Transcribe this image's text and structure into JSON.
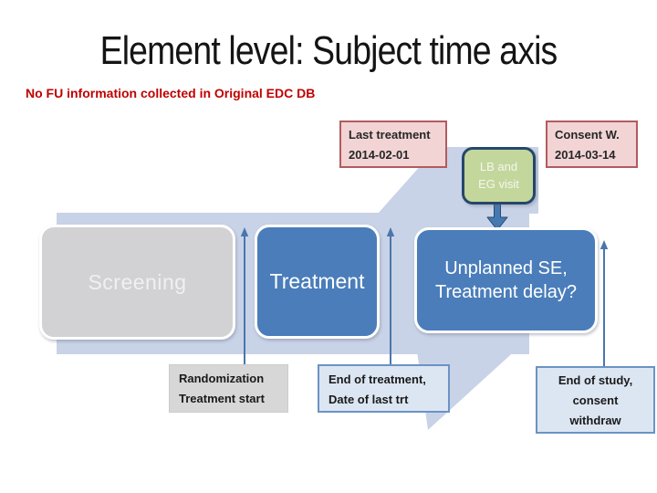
{
  "slide": {
    "title": "Element level: Subject time axis",
    "warning": "No FU information collected in Original EDC DB"
  },
  "callouts": {
    "last_treatment": {
      "label": "Last treatment",
      "date": "2014-02-01"
    },
    "consent_withdrawal": {
      "label": "Consent W.",
      "date": "2014-03-14"
    },
    "lb_eg_visit": {
      "line1": "LB and",
      "line2": "EG visit"
    }
  },
  "phases": {
    "screening": {
      "label": "Screening"
    },
    "treatment": {
      "label": "Treatment"
    },
    "unplanned": {
      "line1": "Unplanned SE,",
      "line2": "Treatment delay?"
    }
  },
  "milestones": {
    "randomization": {
      "line1": "Randomization",
      "line2": "Treatment start"
    },
    "end_of_treatment": {
      "line1": "End of treatment,",
      "line2": "Date of last trt"
    },
    "end_of_study": {
      "line1": "End of study,",
      "line2": "consent",
      "line3": "withdraw"
    }
  },
  "colors": {
    "accent_blue": "#4a7dba",
    "band_lavender": "#c9d3e7",
    "phase_gray": "#d2d2d4",
    "callout_pink_fill": "#f2d4d5",
    "callout_pink_border": "#b25b5e",
    "visit_green_fill": "#c3d79c",
    "visit_green_border": "#26476b",
    "label_blue_fill": "#dce6f2",
    "label_blue_border": "#6b93c4",
    "label_gray_fill": "#d7d7d7",
    "connector_line_blue": "#4a76ad",
    "warning_red": "#c00000",
    "title_color": "#141414"
  }
}
